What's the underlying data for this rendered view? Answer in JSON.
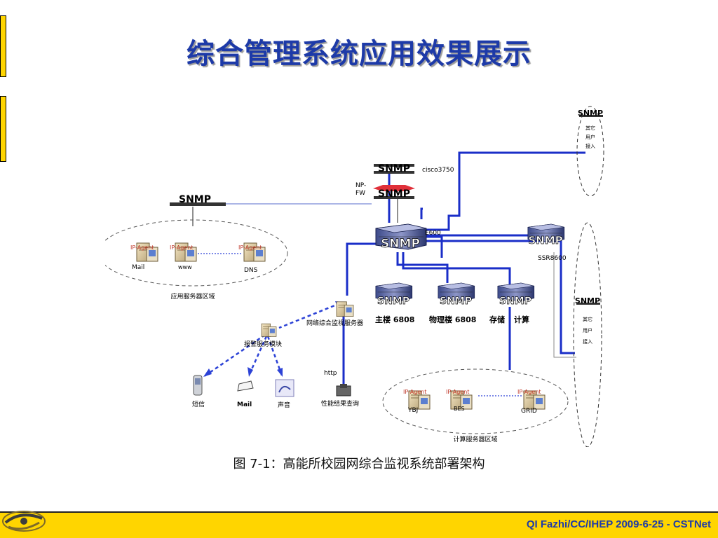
{
  "slide": {
    "title": "综合管理系统应用效果展示",
    "caption": "图 7-1：高能所校园网综合监视系统部署架构",
    "footer": "QI Fazhi/CC/IHEP  2009-6-25 - CSTNet"
  },
  "diagram": {
    "snmp": "SNMP",
    "cisco": "cisco3750",
    "np": "NP-",
    "fw": "FW",
    "e600": "E600",
    "ssr": "SSR8600",
    "agent": "IP-Agent",
    "mail": "Mail",
    "www": "www",
    "dns": "DNS",
    "app_zone": "应用服务器区域",
    "monitor_server": "网络综合监视服务器",
    "alarm_module": "报警服务模块",
    "sms": "短信",
    "mail2": "Mail",
    "sound": "声音",
    "http": "http",
    "perf_query": "性能结果查询",
    "main_bldg": "主楼 6808",
    "phys_bldg": "物理楼 6808",
    "storage": "存储",
    "compute": "计算",
    "ybj": "YBJ",
    "bes": "BES",
    "grid": "GRID",
    "compute_zone": "计算服务器区域",
    "other_users_a": [
      "其它",
      "用户",
      "接入"
    ],
    "other_users_b": [
      "其它",
      "用户",
      "接入"
    ]
  },
  "colors": {
    "title": "#1d3aa8",
    "bar": "#ffd500",
    "link": "#1a2ec8",
    "dashed_link": "#2c42d6"
  }
}
